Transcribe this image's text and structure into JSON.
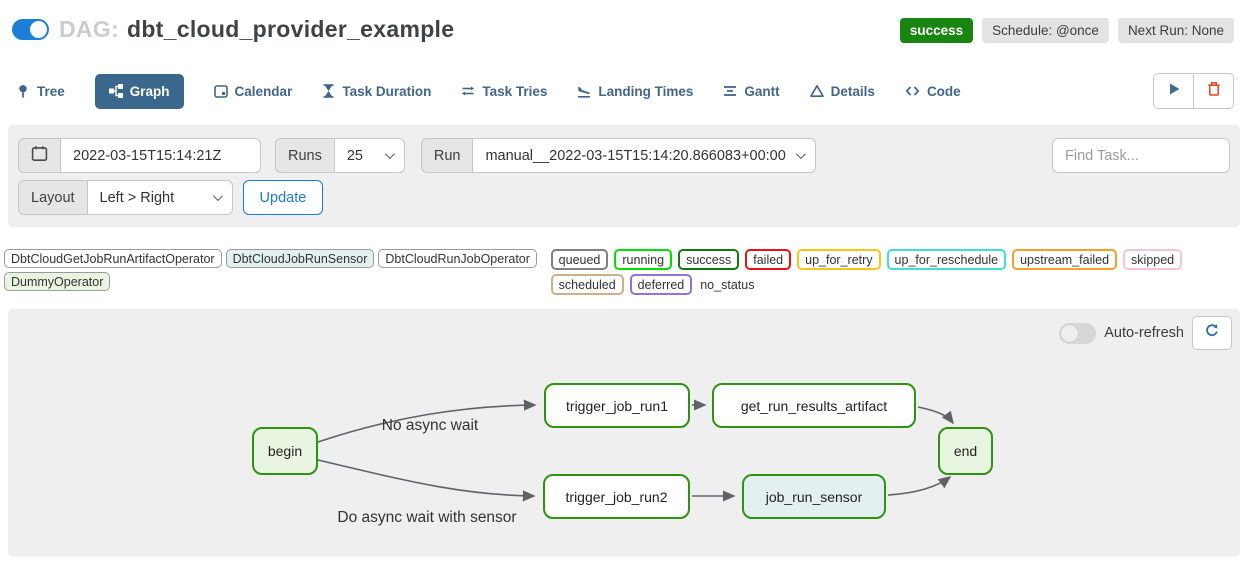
{
  "header": {
    "dag_prefix": "DAG:",
    "dag_name": "dbt_cloud_provider_example",
    "status_badge": "success",
    "schedule_badge": "Schedule: @once",
    "next_run_badge": "Next Run: None"
  },
  "tabs": [
    {
      "label": "Tree",
      "icon": "pin-icon",
      "active": false
    },
    {
      "label": "Graph",
      "icon": "sitemap-icon",
      "active": true
    },
    {
      "label": "Calendar",
      "icon": "calendar-icon",
      "active": false
    },
    {
      "label": "Task Duration",
      "icon": "hourglass-icon",
      "active": false
    },
    {
      "label": "Task Tries",
      "icon": "repeat-arrows-icon",
      "active": false
    },
    {
      "label": "Landing Times",
      "icon": "plane-landing-icon",
      "active": false
    },
    {
      "label": "Gantt",
      "icon": "gantt-bars-icon",
      "active": false
    },
    {
      "label": "Details",
      "icon": "triangle-icon",
      "active": false
    },
    {
      "label": "Code",
      "icon": "code-brackets-icon",
      "active": false
    }
  ],
  "toolbar": {
    "trigger_icon": "play-icon",
    "delete_icon": "trash-icon"
  },
  "filters": {
    "date_value": "2022-03-15T15:14:21Z",
    "runs_label": "Runs",
    "runs_value": "25",
    "run_label": "Run",
    "run_value": "manual__2022-03-15T15:14:20.866083+00:00",
    "find_task_placeholder": "Find Task...",
    "layout_label": "Layout",
    "layout_value": "Left > Right",
    "update_label": "Update"
  },
  "operator_legend": [
    {
      "label": "DbtCloudGetJobRunArtifactOperator",
      "fill": "#ffffff"
    },
    {
      "label": "DbtCloudJobRunSensor",
      "fill": "#e3f0f2"
    },
    {
      "label": "DbtCloudRunJobOperator",
      "fill": "#ffffff"
    },
    {
      "label": "DummyOperator",
      "fill": "#e8f5e1"
    }
  ],
  "state_legend": [
    {
      "label": "queued",
      "border": "#808080"
    },
    {
      "label": "running",
      "border": "#00e000"
    },
    {
      "label": "success",
      "border": "#0f7a12"
    },
    {
      "label": "failed",
      "border": "#ee1111"
    },
    {
      "label": "up_for_retry",
      "border": "#f5c71a"
    },
    {
      "label": "up_for_reschedule",
      "border": "#40e0d0"
    },
    {
      "label": "upstream_failed",
      "border": "#f5a02a"
    },
    {
      "label": "skipped",
      "border": "#f8c4cf"
    },
    {
      "label": "scheduled",
      "border": "#cbb08a"
    },
    {
      "label": "deferred",
      "border": "#9370db"
    },
    {
      "label": "no_status",
      "border": "none"
    }
  ],
  "graph": {
    "auto_refresh_label": "Auto-refresh",
    "refresh_icon": "refresh-icon",
    "node_border_color": "#2f930d",
    "edge_color": "#5f6368",
    "nodes": [
      {
        "id": "begin",
        "label": "begin",
        "fill": "#e8f5e1"
      },
      {
        "id": "trigger_job_run1",
        "label": "trigger_job_run1",
        "fill": "#ffffff"
      },
      {
        "id": "get_run_results_artifact",
        "label": "get_run_results_artifact",
        "fill": "#ffffff"
      },
      {
        "id": "end",
        "label": "end",
        "fill": "#e8f5e1"
      },
      {
        "id": "trigger_job_run2",
        "label": "trigger_job_run2",
        "fill": "#ffffff"
      },
      {
        "id": "job_run_sensor",
        "label": "job_run_sensor",
        "fill": "#e3f0f2"
      }
    ],
    "edges": [
      {
        "from": "begin",
        "to": "trigger_job_run1"
      },
      {
        "from": "begin",
        "to": "trigger_job_run2"
      },
      {
        "from": "trigger_job_run1",
        "to": "get_run_results_artifact"
      },
      {
        "from": "get_run_results_artifact",
        "to": "end"
      },
      {
        "from": "trigger_job_run2",
        "to": "job_run_sensor"
      },
      {
        "from": "job_run_sensor",
        "to": "end"
      }
    ],
    "edge_labels": [
      {
        "text": "No async wait"
      },
      {
        "text": "Do async wait with sensor"
      }
    ]
  },
  "colors": {
    "accent_blue": "#1d7bd8",
    "toggle_on_blue": "#1d7ed6",
    "active_tab_bg": "#39688c",
    "success_green": "#188510",
    "panel_gray": "#efefef",
    "trash_red": "#e0401a"
  }
}
